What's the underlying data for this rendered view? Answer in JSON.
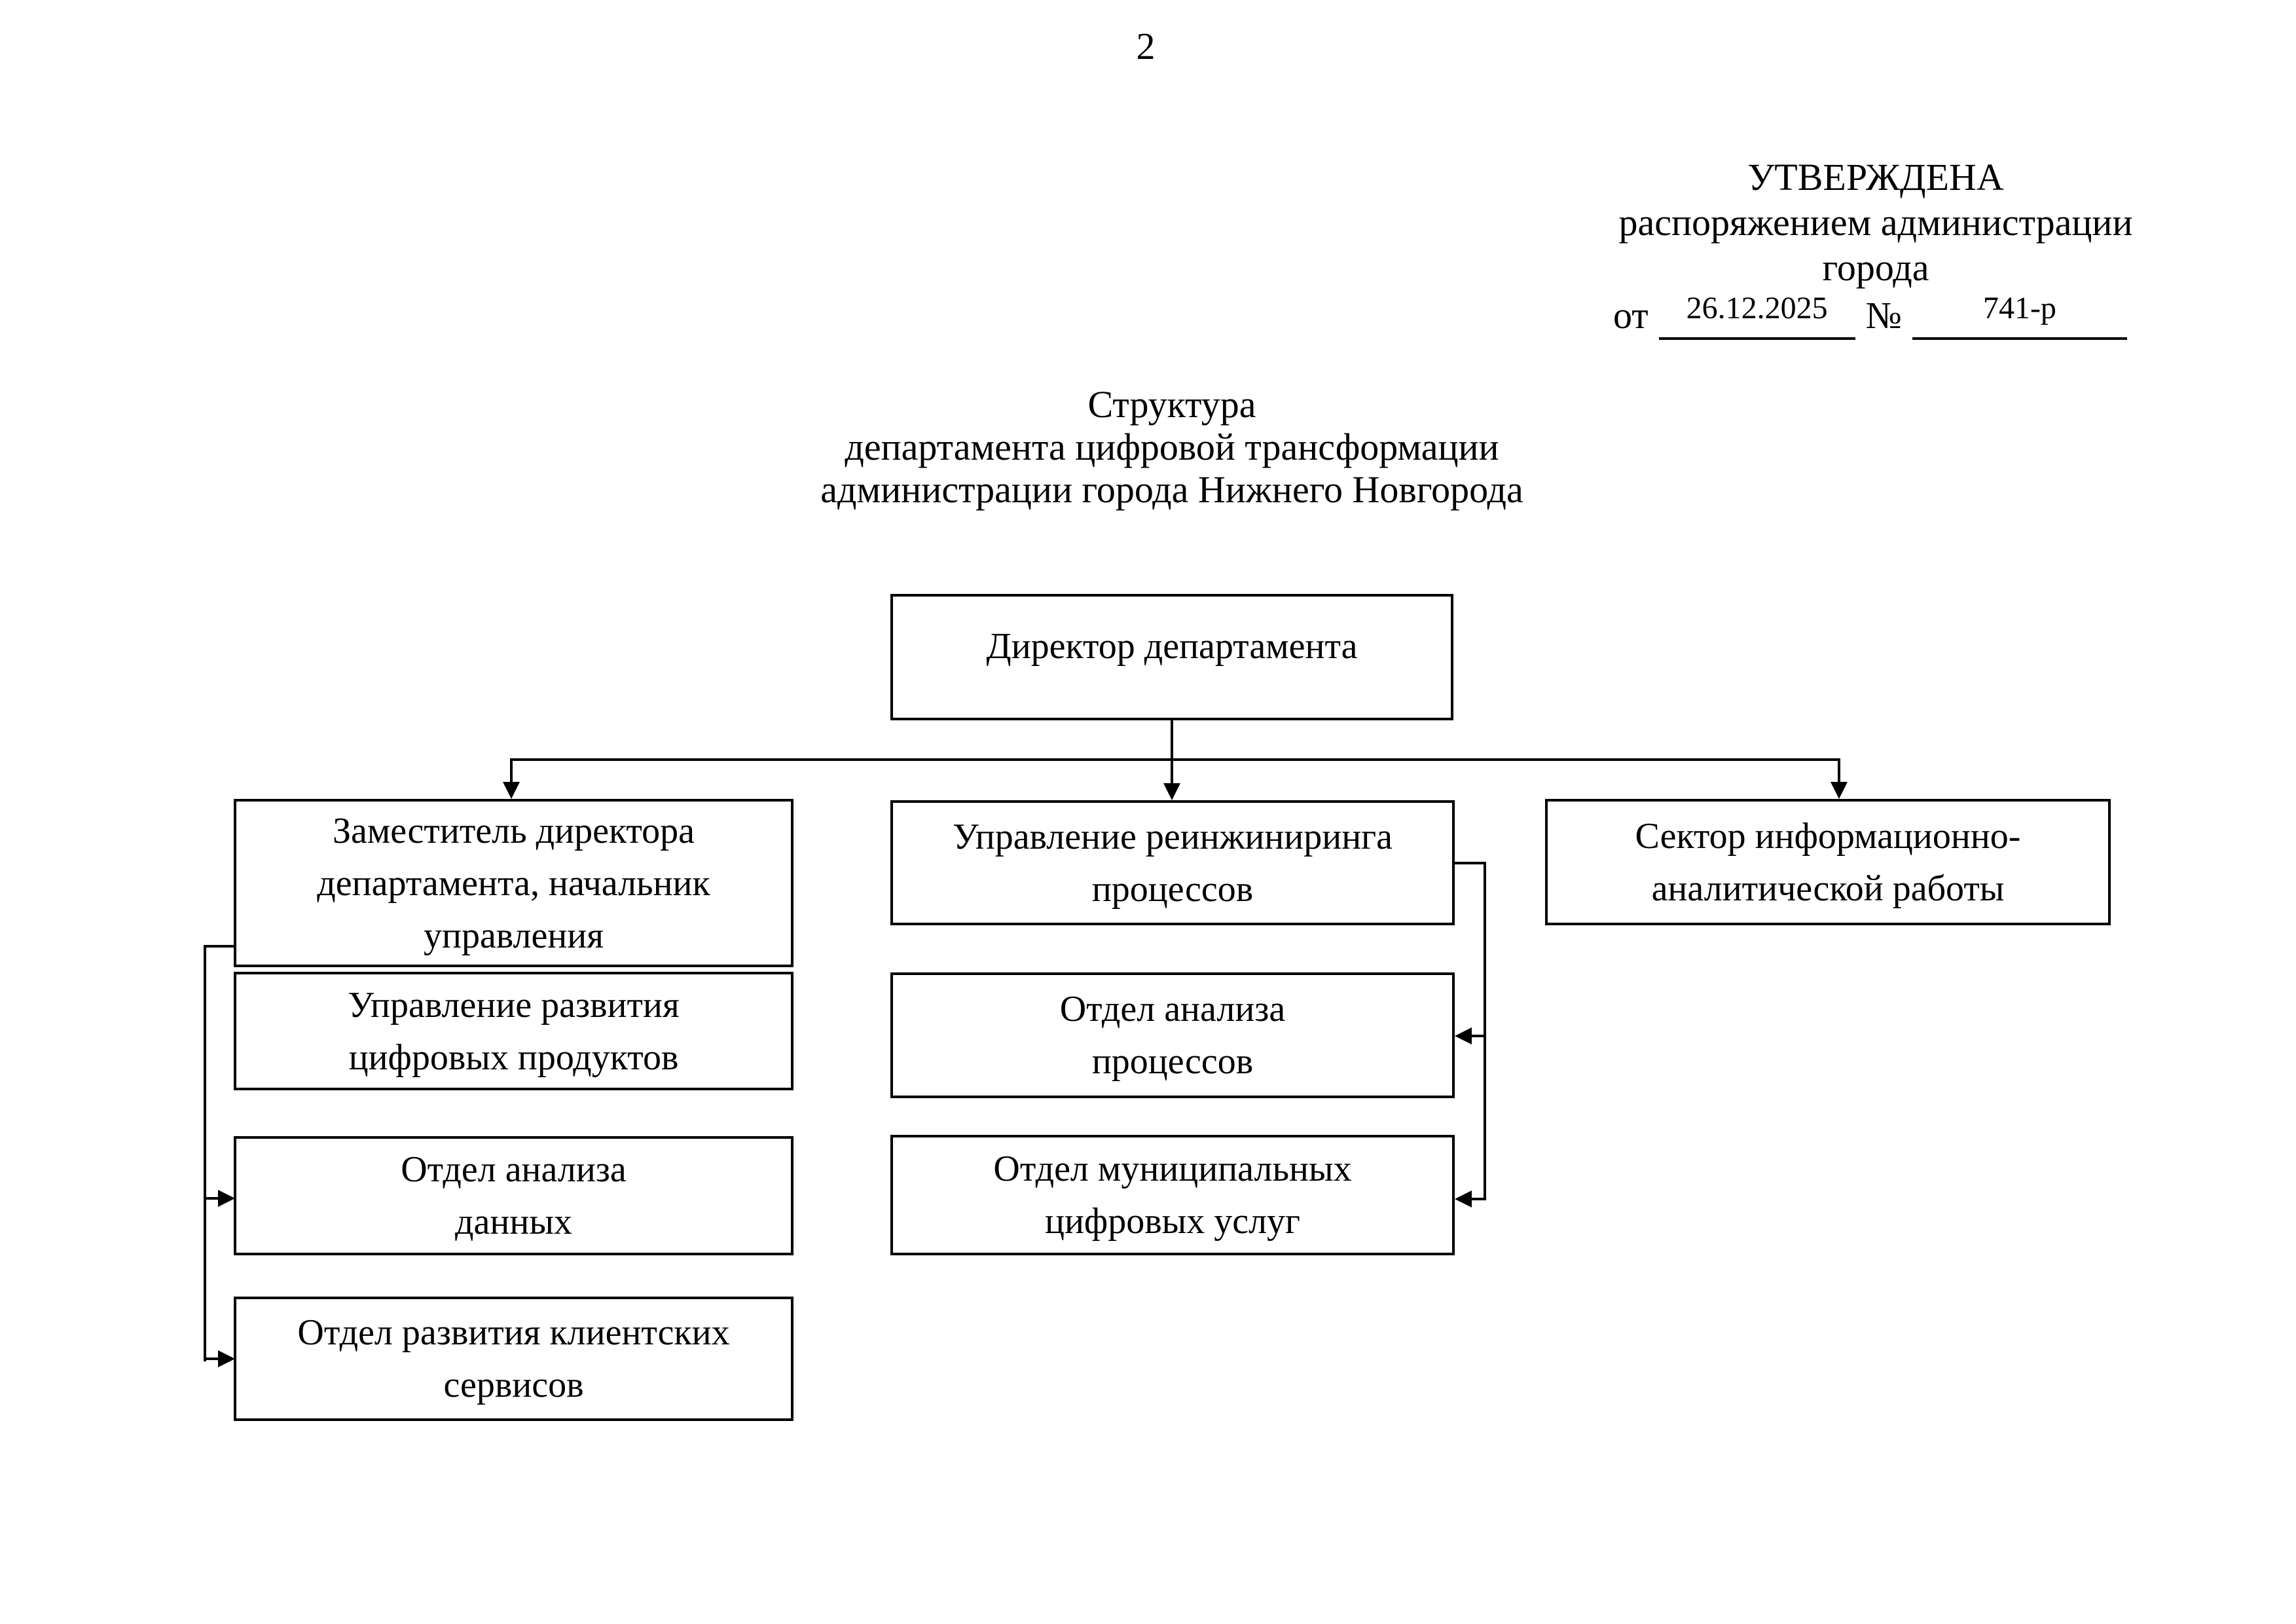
{
  "page": {
    "number": "2"
  },
  "approval": {
    "title": "УТВЕРЖДЕНА",
    "subtitle": "распоряжением администрации\nгорода",
    "from_label": "от",
    "date_value": "26.12.2025",
    "number_sign": "№",
    "number_value": "741-р"
  },
  "doc_title": "Структура\nдепартамента цифровой трансформации\nадминистрации города Нижнего Новгорода",
  "org": {
    "director": {
      "label": "Директор департамента"
    },
    "deputy": {
      "label": "Заместитель директора\nдепартамента, начальник\nуправления"
    },
    "digital_products": {
      "label": "Управление развития\nцифровых продуктов"
    },
    "data_analysis": {
      "label": "Отдел анализа\nданных"
    },
    "client_services": {
      "label": "Отдел развития клиентских\nсервисов"
    },
    "reengineering": {
      "label": "Управление реинжиниринга\nпроцессов"
    },
    "process_analysis": {
      "label": "Отдел анализа\nпроцессов"
    },
    "municipal_services": {
      "label": "Отдел муниципальных\nцифровых услуг"
    },
    "info_analytics": {
      "label": "Сектор информационно-\nаналитической работы"
    }
  }
}
